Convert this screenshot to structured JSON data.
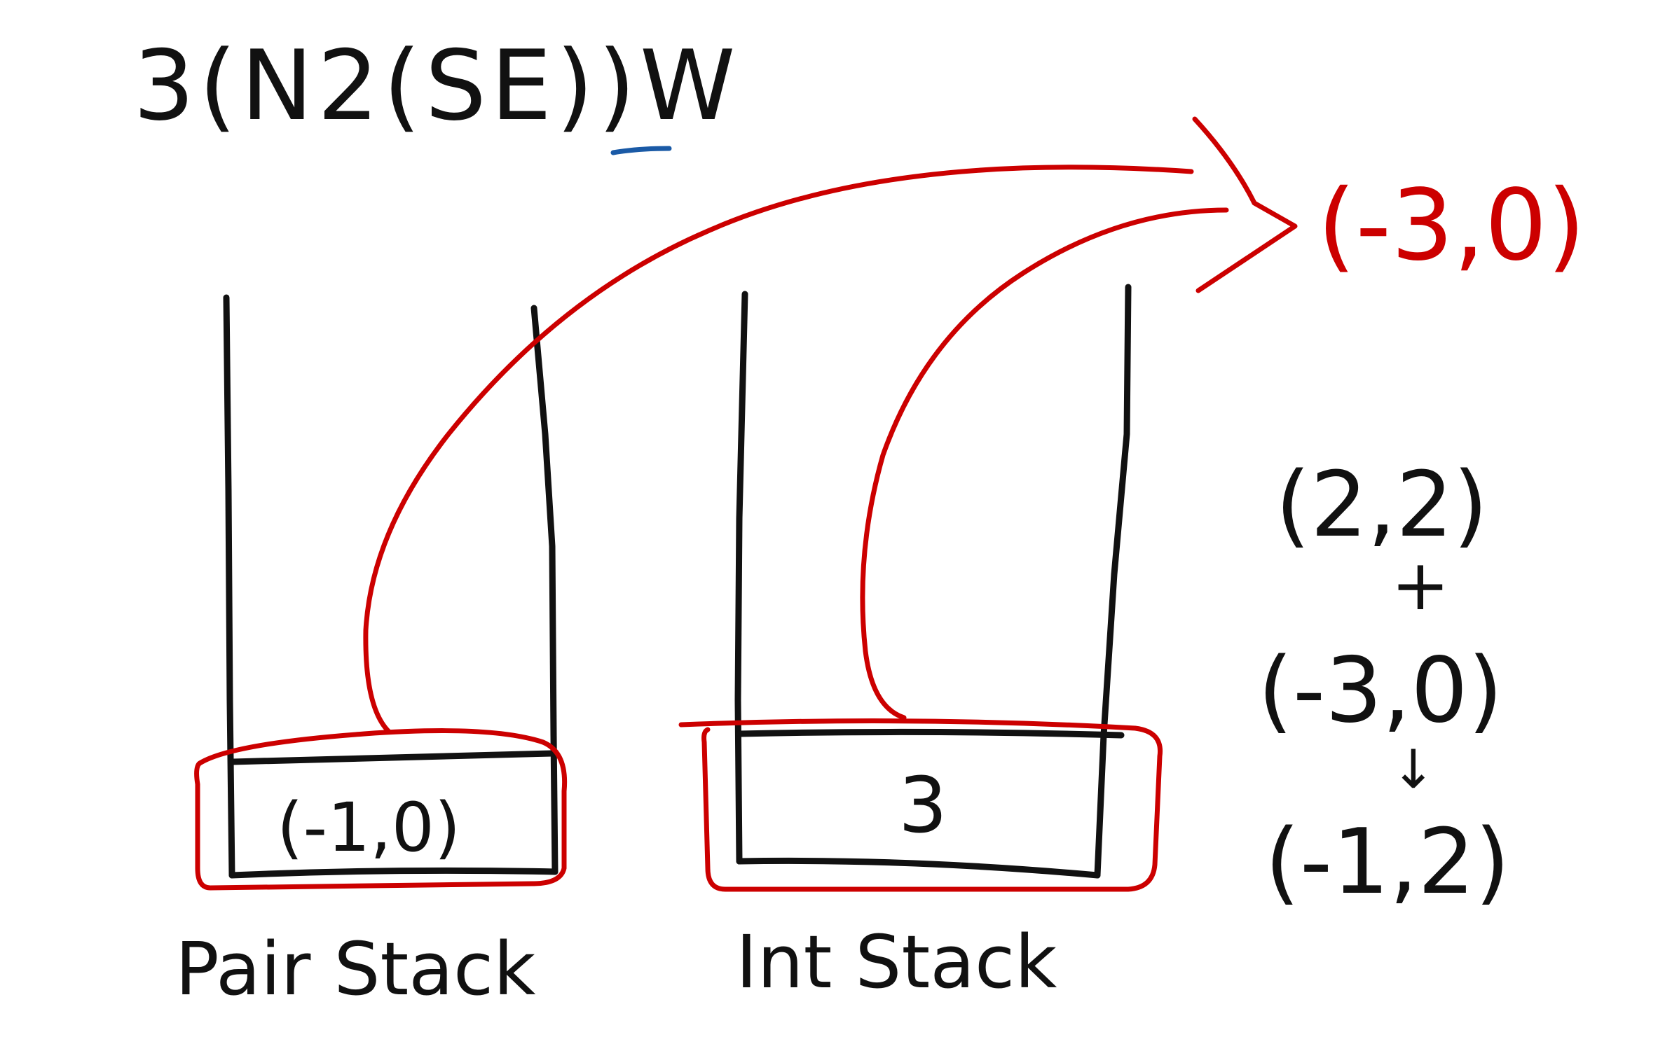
{
  "expression": "3(N2(SE))W",
  "pair_stack": {
    "label": "Pair Stack",
    "items": [
      "(-1,0)"
    ]
  },
  "int_stack": {
    "label": "Int Stack",
    "items": [
      "3"
    ]
  },
  "popped_result": "(-3,0)",
  "computation": {
    "operand_a": "(2,2)",
    "operator": "+",
    "operand_b": "(-3,0)",
    "arrow": "↓",
    "result": "(-1,2)"
  },
  "colors": {
    "ink": "#111111",
    "highlight": "#cc0000",
    "underline": "#1a5aa6"
  }
}
